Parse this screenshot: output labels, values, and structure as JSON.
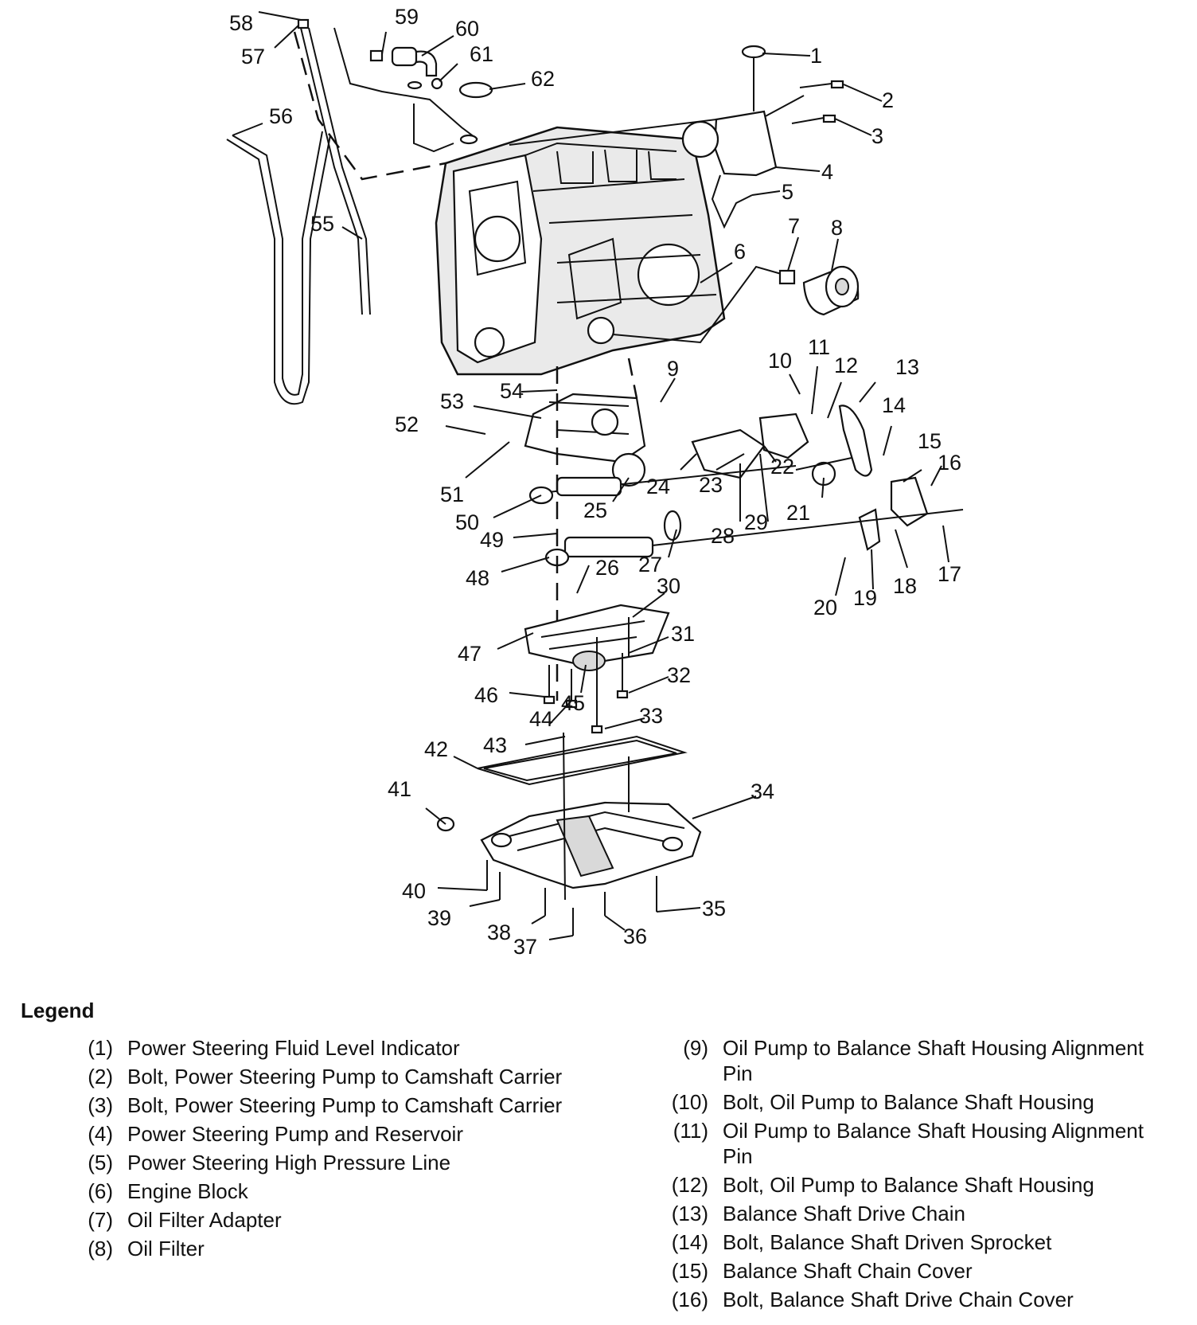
{
  "legend": {
    "title": "Legend",
    "items": [
      {
        "num": "(1)",
        "text": "Power Steering Fluid Level Indicator"
      },
      {
        "num": "(2)",
        "text": "Bolt, Power Steering Pump to Camshaft Carrier"
      },
      {
        "num": "(3)",
        "text": "Bolt, Power Steering Pump to Camshaft Carrier"
      },
      {
        "num": "(4)",
        "text": "Power Steering Pump and Reservoir"
      },
      {
        "num": "(5)",
        "text": "Power Steering High Pressure Line"
      },
      {
        "num": "(6)",
        "text": "Engine Block"
      },
      {
        "num": "(7)",
        "text": "Oil Filter Adapter"
      },
      {
        "num": "(8)",
        "text": "Oil Filter"
      },
      {
        "num": "(9)",
        "text": "Oil Pump to Balance Shaft Housing Alignment Pin"
      },
      {
        "num": "(10)",
        "text": "Bolt, Oil Pump to Balance Shaft Housing"
      },
      {
        "num": "(11)",
        "text": "Oil Pump to Balance Shaft Housing Alignment Pin"
      },
      {
        "num": "(12)",
        "text": "Bolt, Oil Pump to Balance Shaft Housing"
      },
      {
        "num": "(13)",
        "text": "Balance Shaft Drive Chain"
      },
      {
        "num": "(14)",
        "text": "Bolt, Balance Shaft Driven Sprocket"
      },
      {
        "num": "(15)",
        "text": "Balance Shaft Chain Cover"
      },
      {
        "num": "(16)",
        "text": "Bolt, Balance Shaft Drive Chain Cover"
      }
    ]
  },
  "callouts": [
    "1",
    "2",
    "3",
    "4",
    "5",
    "6",
    "7",
    "8",
    "9",
    "10",
    "11",
    "12",
    "13",
    "14",
    "15",
    "16",
    "17",
    "18",
    "19",
    "20",
    "21",
    "22",
    "23",
    "24",
    "25",
    "26",
    "27",
    "28",
    "29",
    "30",
    "31",
    "32",
    "33",
    "34",
    "35",
    "36",
    "37",
    "38",
    "39",
    "40",
    "41",
    "42",
    "43",
    "44",
    "45",
    "46",
    "47",
    "48",
    "49",
    "50",
    "51",
    "52",
    "53",
    "54",
    "55",
    "56",
    "57",
    "58",
    "59",
    "60",
    "61",
    "62"
  ]
}
